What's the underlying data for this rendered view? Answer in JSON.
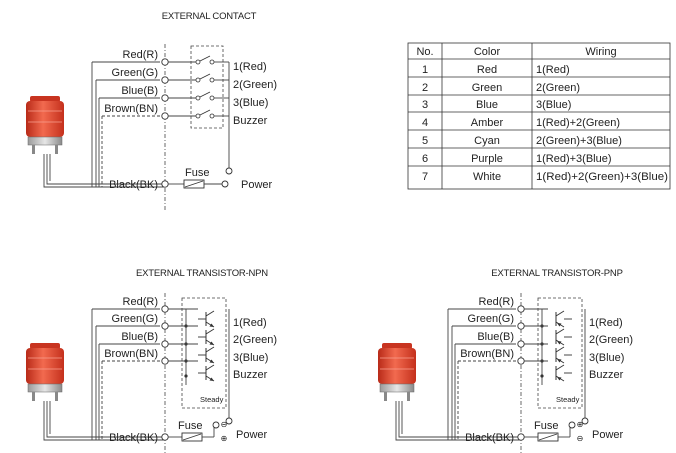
{
  "titles": {
    "contact": "EXTERNAL CONTACT",
    "npn": "EXTERNAL TRANSISTOR-NPN",
    "pnp": "EXTERNAL TRANSISTOR-PNP"
  },
  "wires": {
    "red": "Red(R)",
    "green": "Green(G)",
    "blue": "Blue(B)",
    "brown": "Brown(BN)",
    "black": "Black(BK)"
  },
  "outputs": {
    "o1": "1(Red)",
    "o2": "2(Green)",
    "o3": "3(Blue)",
    "buzzer": "Buzzer"
  },
  "fuse": "Fuse",
  "power": "Power",
  "steady": "Steady",
  "table": {
    "headers": [
      "No.",
      "Color",
      "Wiring"
    ],
    "rows": [
      [
        "1",
        "Red",
        "1(Red)"
      ],
      [
        "2",
        "Green",
        "2(Green)"
      ],
      [
        "3",
        "Blue",
        "3(Blue)"
      ],
      [
        "4",
        "Amber",
        "1(Red)+2(Green)"
      ],
      [
        "5",
        "Cyan",
        "2(Green)+3(Blue)"
      ],
      [
        "6",
        "Purple",
        "1(Red)+3(Blue)"
      ],
      [
        "7",
        "White",
        "1(Red)+2(Green)+3(Blue)"
      ]
    ]
  },
  "colors": {
    "lamp": "#e8402c",
    "lamp_dark": "#b82a18",
    "line": "#333333"
  }
}
